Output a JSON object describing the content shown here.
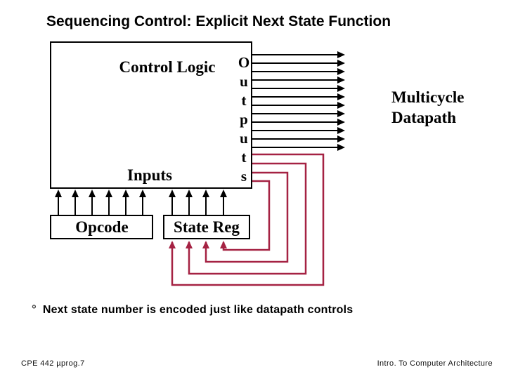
{
  "slide": {
    "title": "Sequencing Control: Explicit Next State Function",
    "bullet_marker": "°",
    "bullet_text": "Next state number is encoded just like datapath controls",
    "footer_left": "CPE 442   µprog.7",
    "footer_right": "Intro. To Computer Architecture"
  },
  "diagram": {
    "control_logic_label": "Control Logic",
    "inputs_label": "Inputs",
    "outputs_letters": [
      "O",
      "u",
      "t",
      "p",
      "u",
      "t",
      "s"
    ],
    "opcode_label": "Opcode",
    "state_reg_label": "State Reg",
    "datapath_label": "Multicycle Datapath",
    "colors": {
      "signal_black": "#000000",
      "feedback_red": "#a52243"
    },
    "counts": {
      "output_arrows": 12,
      "opcode_input_arrows": 6,
      "state_input_arrows": 4,
      "feedback_loops": 4
    }
  }
}
